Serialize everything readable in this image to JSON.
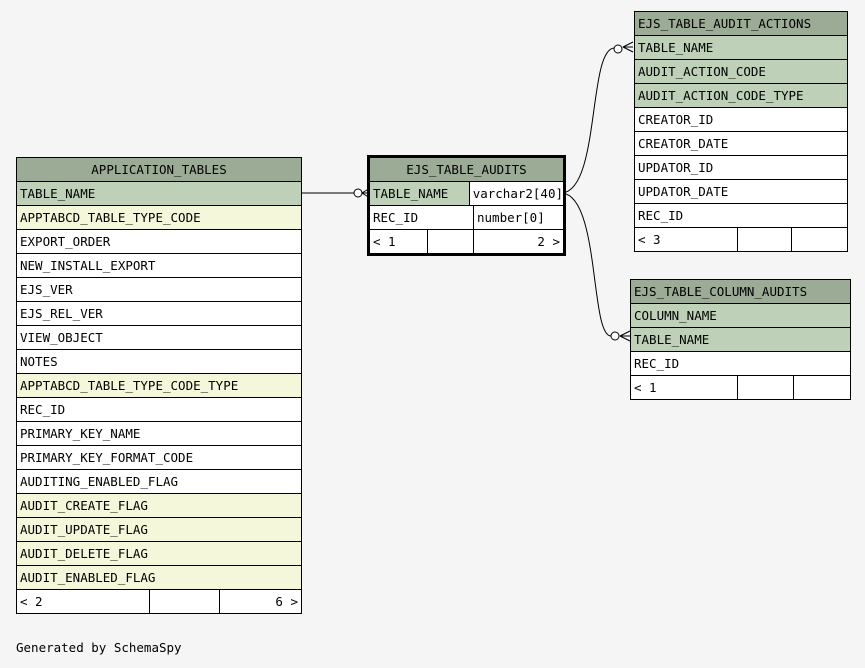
{
  "tables": {
    "application_tables": {
      "name": "APPLICATION_TABLES",
      "columns": [
        {
          "name": "TABLE_NAME",
          "kind": "pk"
        },
        {
          "name": "APPTABCD_TABLE_TYPE_CODE",
          "kind": "fk"
        },
        {
          "name": "EXPORT_ORDER",
          "kind": ""
        },
        {
          "name": "NEW_INSTALL_EXPORT",
          "kind": ""
        },
        {
          "name": "EJS_VER",
          "kind": ""
        },
        {
          "name": "EJS_REL_VER",
          "kind": ""
        },
        {
          "name": "VIEW_OBJECT",
          "kind": ""
        },
        {
          "name": "NOTES",
          "kind": ""
        },
        {
          "name": "APPTABCD_TABLE_TYPE_CODE_TYPE",
          "kind": "fk"
        },
        {
          "name": "REC_ID",
          "kind": ""
        },
        {
          "name": "PRIMARY_KEY_NAME",
          "kind": ""
        },
        {
          "name": "PRIMARY_KEY_FORMAT_CODE",
          "kind": ""
        },
        {
          "name": "AUDITING_ENABLED_FLAG",
          "kind": ""
        },
        {
          "name": "AUDIT_CREATE_FLAG",
          "kind": "fk"
        },
        {
          "name": "AUDIT_UPDATE_FLAG",
          "kind": "fk"
        },
        {
          "name": "AUDIT_DELETE_FLAG",
          "kind": "fk"
        },
        {
          "name": "AUDIT_ENABLED_FLAG",
          "kind": "fk"
        }
      ],
      "footer": {
        "parents": "< 2",
        "children": "6 >"
      }
    },
    "ejs_table_audits": {
      "name": "EJS_TABLE_AUDITS",
      "columns": [
        {
          "name": "TABLE_NAME",
          "type": "varchar2[40]",
          "kind": "pk"
        },
        {
          "name": "REC_ID",
          "type": "number[0]",
          "kind": ""
        }
      ],
      "footer": {
        "parents": "< 1",
        "children": "2 >"
      }
    },
    "ejs_table_audit_actions": {
      "name": "EJS_TABLE_AUDIT_ACTIONS",
      "columns": [
        {
          "name": "TABLE_NAME",
          "kind": "pk"
        },
        {
          "name": "AUDIT_ACTION_CODE",
          "kind": "pk"
        },
        {
          "name": "AUDIT_ACTION_CODE_TYPE",
          "kind": "pk"
        },
        {
          "name": "CREATOR_ID",
          "kind": ""
        },
        {
          "name": "CREATOR_DATE",
          "kind": ""
        },
        {
          "name": "UPDATOR_ID",
          "kind": ""
        },
        {
          "name": "UPDATOR_DATE",
          "kind": ""
        },
        {
          "name": "REC_ID",
          "kind": ""
        }
      ],
      "footer": {
        "parents": "< 3",
        "children": ""
      }
    },
    "ejs_table_column_audits": {
      "name": "EJS_TABLE_COLUMN_AUDITS",
      "columns": [
        {
          "name": "COLUMN_NAME",
          "kind": "pk"
        },
        {
          "name": "TABLE_NAME",
          "kind": "pk"
        },
        {
          "name": "REC_ID",
          "kind": ""
        }
      ],
      "footer": {
        "parents": "< 1",
        "children": ""
      }
    }
  },
  "colors": {
    "header": "#9bab96",
    "primary_key": "#bed1b8",
    "foreign_key": "#f4f7da",
    "background": "#f5f5f5"
  },
  "footer_note": "Generated by SchemaSpy"
}
